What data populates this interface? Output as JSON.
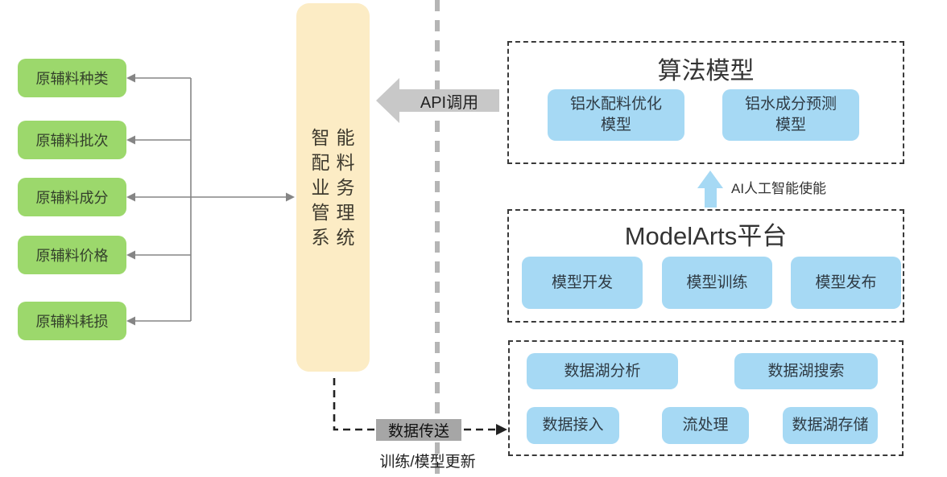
{
  "colors": {
    "green": "#9CD86C",
    "yellow": "#FCECC5",
    "blue": "#A6D9F4",
    "divider": "#B5B5B5",
    "arrow-gray": "#C8C8C8",
    "label-gray": "#A6A6A6",
    "line-gray": "#858585"
  },
  "left_panel": {
    "items": [
      {
        "label": "原辅料种类"
      },
      {
        "label": "原辅料批次"
      },
      {
        "label": "原辅料成分"
      },
      {
        "label": "原辅料价格"
      },
      {
        "label": "原辅料耗损"
      }
    ]
  },
  "system_box": {
    "full_name": "智能配料业务管理系统",
    "lines": [
      "智能",
      "配料",
      "业务",
      "管理",
      "系统"
    ]
  },
  "api_arrow": {
    "label": "API调用"
  },
  "ai_arrow": {
    "label": "AI人工智能使能"
  },
  "algorithm_section": {
    "title": "算法模型",
    "items": [
      {
        "label": "铝水配料优化\n模型"
      },
      {
        "label": "铝水成分预测\n模型"
      }
    ]
  },
  "modelarts_section": {
    "title": "ModelArts平台",
    "items": [
      {
        "label": "模型开发"
      },
      {
        "label": "模型训练"
      },
      {
        "label": "模型发布"
      }
    ]
  },
  "datalake_section": {
    "row1": [
      {
        "label": "数据湖分析"
      },
      {
        "label": "数据湖搜索"
      }
    ],
    "row2": [
      {
        "label": "数据接入"
      },
      {
        "label": "流处理"
      },
      {
        "label": "数据湖存储"
      }
    ]
  },
  "data_transfer": {
    "label": "数据传送"
  },
  "training_update": {
    "label": "训练/模型更新"
  }
}
